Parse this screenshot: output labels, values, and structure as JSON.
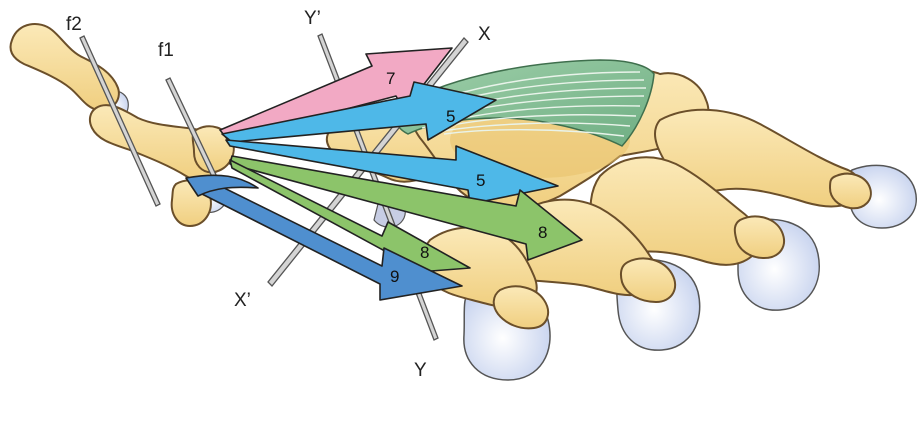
{
  "labels": {
    "f2": "f2",
    "f1": "f1",
    "y_prime": "Y’",
    "x": "X",
    "x_prime": "X’",
    "y": "Y"
  },
  "arrows": {
    "a7": "7",
    "a5_upper": "5",
    "a5_lower": "5",
    "a8_left": "8",
    "a8_right": "8",
    "a9": "9"
  },
  "colors": {
    "bone": "#f7e0a3",
    "bone_outline": "#6b4f2a",
    "cartilage": "#dfe6f5",
    "muscle": "#8cc39c",
    "pin": "#cfcfcf",
    "arrow_pink": "#f2a9c4",
    "arrow_cyan": "#4eb8e8",
    "arrow_green": "#8cc46a",
    "arrow_blue": "#4f8fcf"
  }
}
